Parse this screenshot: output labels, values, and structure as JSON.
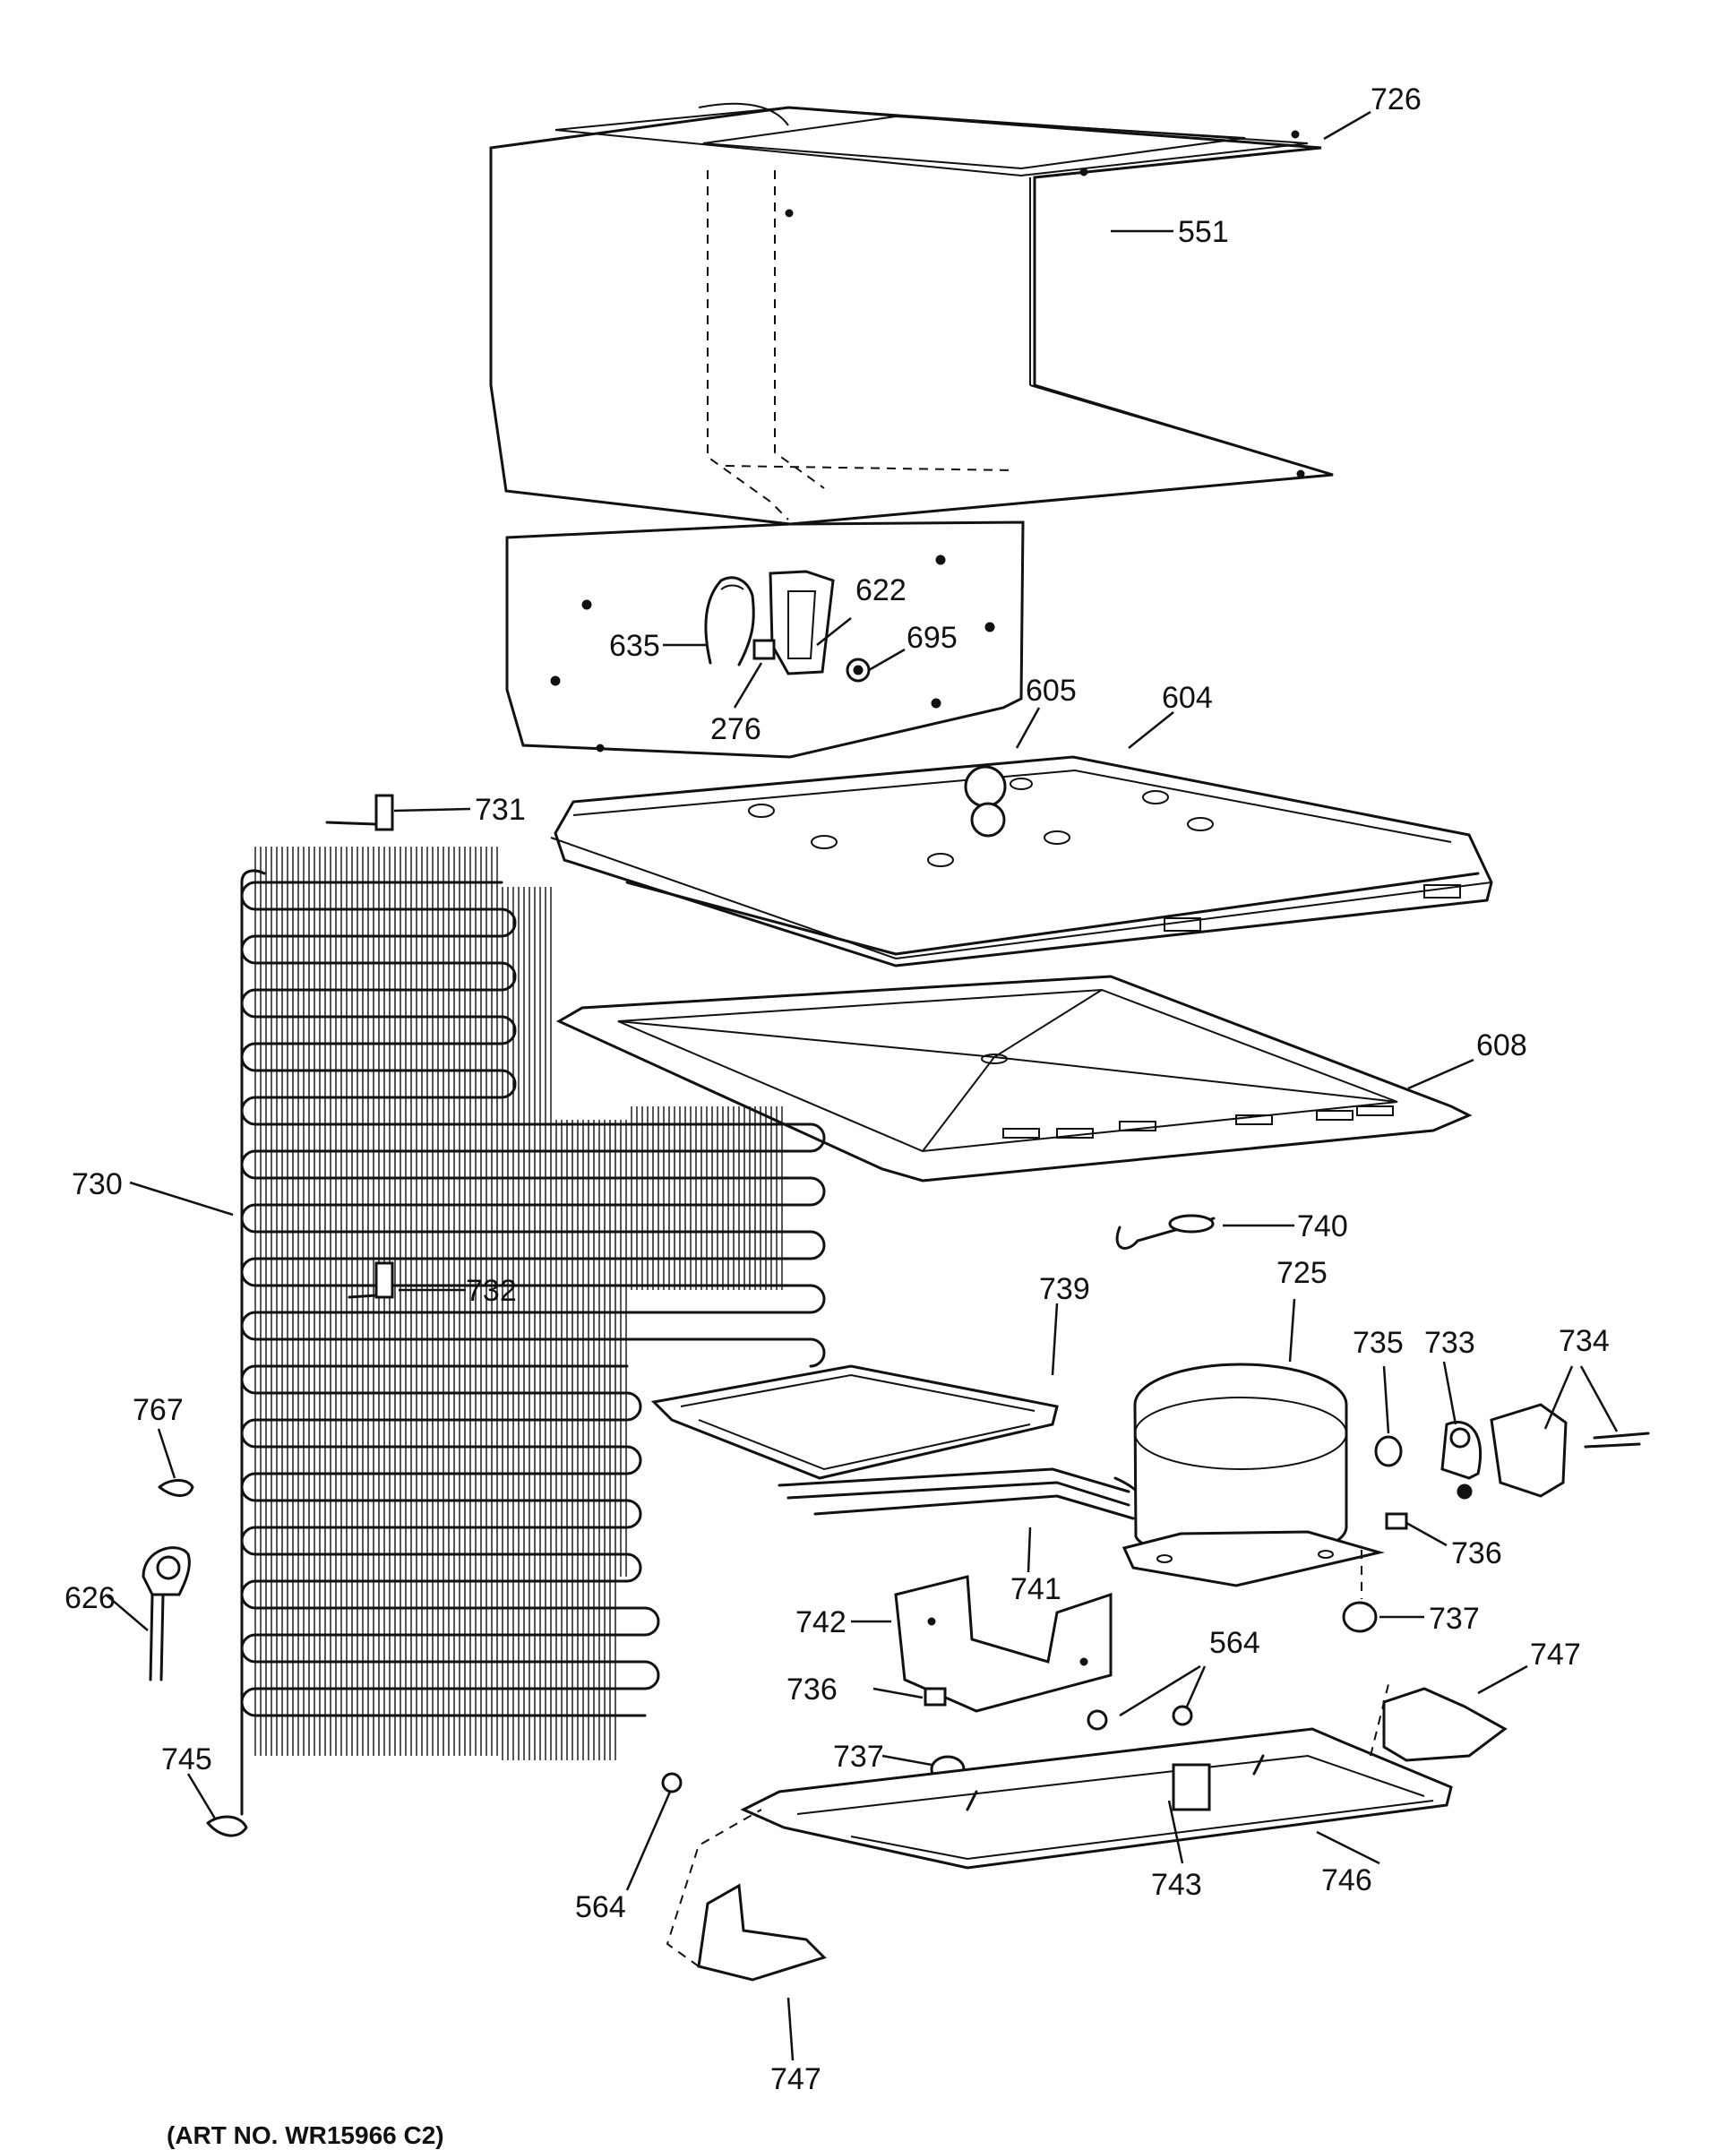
{
  "diagram": {
    "art_number": "(ART NO. WR15966 C2)",
    "callouts": [
      "726",
      "551",
      "622",
      "635",
      "695",
      "276",
      "605",
      "604",
      "731",
      "608",
      "730",
      "740",
      "732",
      "739",
      "725",
      "735",
      "733",
      "734",
      "767",
      "741",
      "736",
      "626",
      "742",
      "564",
      "737",
      "747",
      "745",
      "746",
      "743"
    ]
  },
  "style": {
    "line_color": "#111111",
    "background": "#ffffff"
  }
}
